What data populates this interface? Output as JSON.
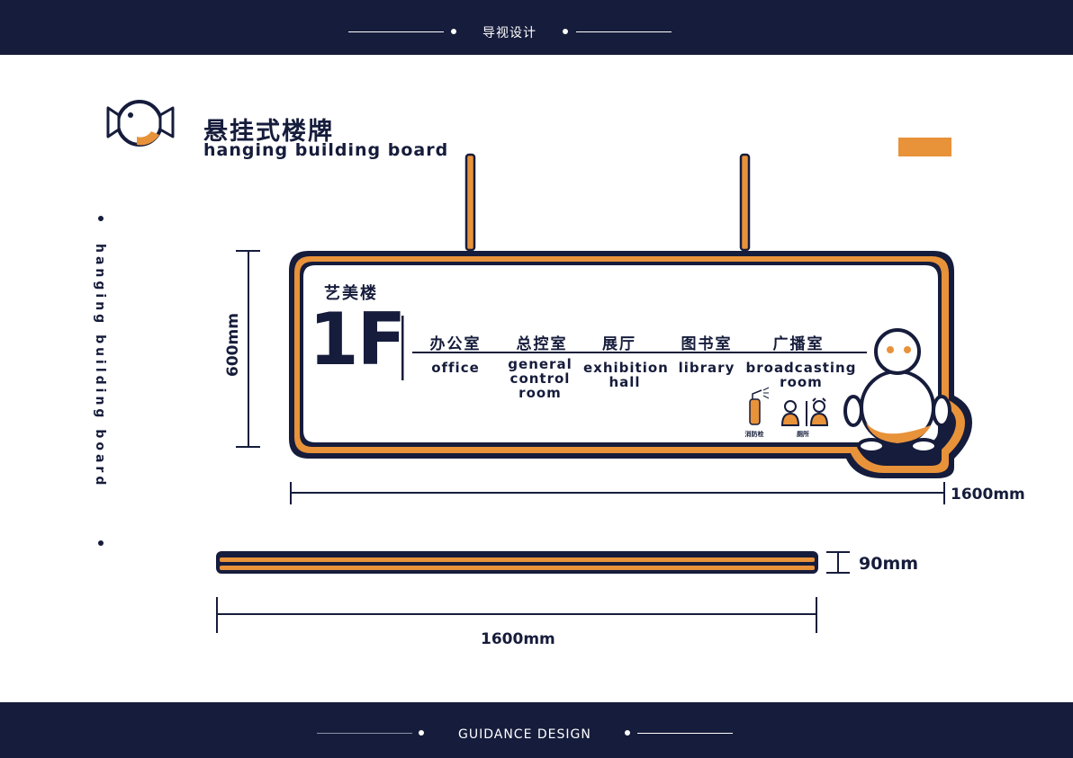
{
  "header": {
    "title": "导视设计"
  },
  "footer": {
    "title": "GUIDANCE DESIGN"
  },
  "heading": {
    "title_cn": "悬挂式楼牌",
    "title_en": "hanging building board"
  },
  "side_label": "hanging building board",
  "sign": {
    "building": "艺美楼",
    "floor": "1F",
    "rooms": [
      {
        "cn": "办公室",
        "en": "office"
      },
      {
        "cn": "总控室",
        "en": "general\ncontrol\nroom"
      },
      {
        "cn": "展厅",
        "en": "exhibition\nhall"
      },
      {
        "cn": "图书室",
        "en": "library"
      },
      {
        "cn": "广播室",
        "en": "broadcasting\nroom"
      }
    ],
    "icons": {
      "extinguisher_label": "消防栓",
      "toilet_label": "厕所"
    }
  },
  "dimensions": {
    "height": "600mm",
    "width": "1600mm",
    "thickness": "90mm",
    "side_width": "1600mm"
  },
  "colors": {
    "navy": "#161c3b",
    "orange": "#e8923a",
    "white": "#ffffff"
  }
}
